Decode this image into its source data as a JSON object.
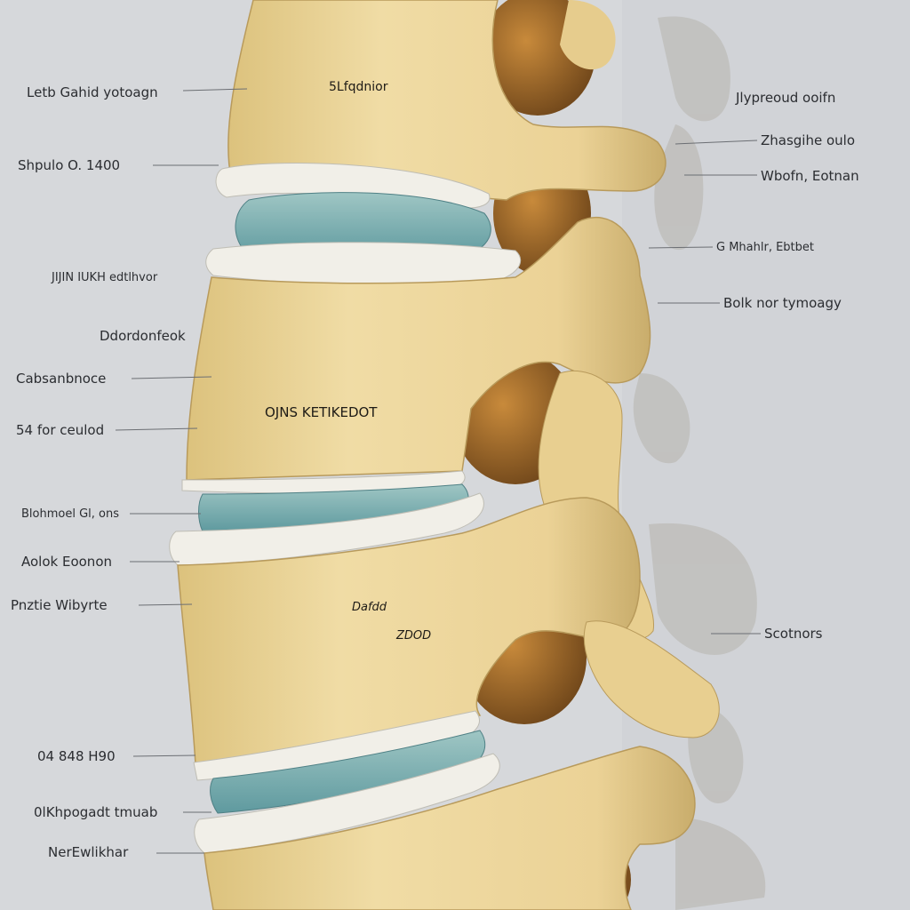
{
  "labels_left": [
    "Letb Gahid yotoagn",
    "Shpulo O. 1400",
    "JIJIN IUKH edtlhvor",
    "Ddordonfeok",
    "Cabsanbnoce",
    "54 for ceulod",
    "Blohmoel Gl, ons",
    "Aolok Eoonon",
    "Pnztie Wibyrte",
    "04 848 H90",
    "0lKhpogadt tmuab",
    "NerEwlikhar"
  ],
  "labels_right": [
    "Jlypreoud ooifn",
    "Zhasgihe oulo",
    "Wbofn, Eotnan",
    "G Mhahlr, Ebtbet",
    "Bolk nor tymoagy",
    "Scotnors"
  ],
  "bone_text": {
    "top": "5Lfqdnior",
    "middle": "OJNS KETIKEDOT",
    "scribble_1": "Dafdd",
    "scribble_2": "ZDOD"
  },
  "colors": {
    "background": "#d3d5d8",
    "bone": "#e8d49a",
    "bone_shadow": "#c9ad6c",
    "disc": "#7fb0b2",
    "cartilage": "#f1efe8",
    "cavity": "#9c6a2b"
  }
}
